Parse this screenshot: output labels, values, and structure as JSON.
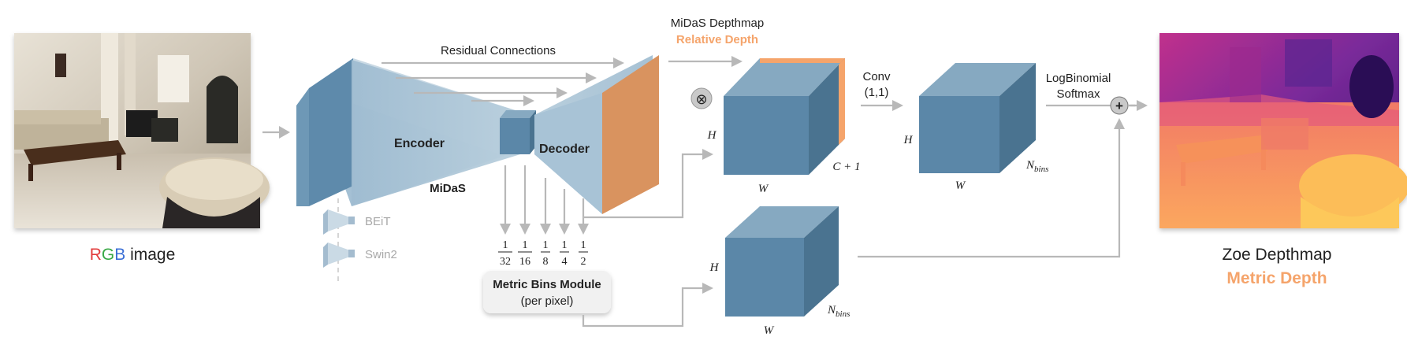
{
  "input": {
    "caption_letters": [
      {
        "ch": "R",
        "color": "#e23b3b"
      },
      {
        "ch": "G",
        "color": "#39a845"
      },
      {
        "ch": "B",
        "color": "#3b6fd6"
      }
    ],
    "caption_rest": " image"
  },
  "midas": {
    "encoder_label": "Encoder",
    "decoder_label": "Decoder",
    "model_label": "MiDaS",
    "residual_label": "Residual Connections",
    "backbones": [
      "BEiT",
      "Swin2"
    ],
    "depthmap_title": "MiDaS Depthmap",
    "depthmap_subtitle": "Relative Depth"
  },
  "scales": [
    {
      "num": "1",
      "den": "32"
    },
    {
      "num": "1",
      "den": "16"
    },
    {
      "num": "1",
      "den": "8"
    },
    {
      "num": "1",
      "den": "4"
    },
    {
      "num": "1",
      "den": "2"
    }
  ],
  "metric_bins": {
    "title": "Metric Bins Module",
    "subtitle": "(per pixel)"
  },
  "concat_symbol": "⊗",
  "add_symbol": "+",
  "cube1": {
    "h": "H",
    "w": "W",
    "c": "C + 1"
  },
  "conv": {
    "line1": "Conv",
    "line2": "(1,1)"
  },
  "cube2": {
    "h": "H",
    "w": "W",
    "c_base": "N",
    "c_sub": "bins"
  },
  "cube3": {
    "h": "H",
    "w": "W",
    "c_base": "N",
    "c_sub": "bins"
  },
  "softmax": {
    "line1": "LogBinomial",
    "line2": "Softmax"
  },
  "output": {
    "title": "Zoe Depthmap",
    "subtitle": "Metric Depth"
  },
  "colors": {
    "cube_front": "#5b87a8",
    "cube_top": "#86a9c1",
    "cube_side": "#4a7390",
    "accent_orange": "#f5a46b",
    "decoder_orange": "#d9935f",
    "arrow_gray": "#b8b8b8"
  }
}
